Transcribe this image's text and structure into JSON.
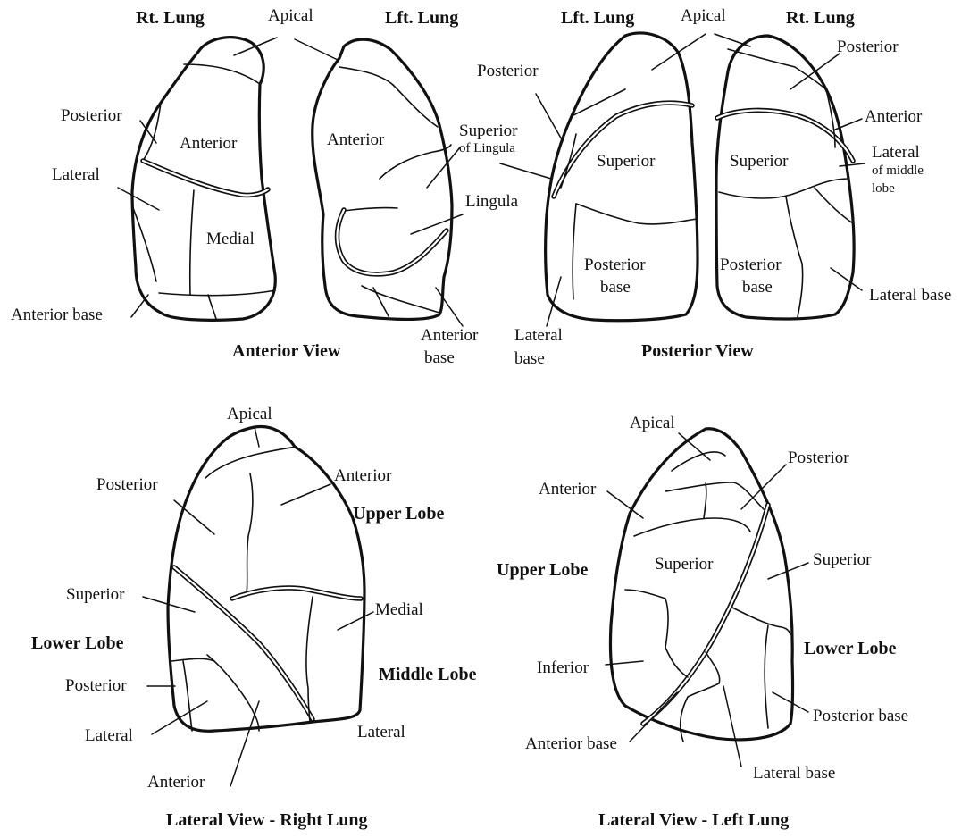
{
  "anterior_view": {
    "rt_lung": "Rt. Lung",
    "lft_lung": "Lft. Lung",
    "apical": "Apical",
    "posterior": "Posterior",
    "anterior_r": "Anterior",
    "anterior_l": "Anterior",
    "lateral": "Lateral",
    "medial": "Medial",
    "superior_of": "Superior",
    "of_lingula": "of Lingula",
    "lingula": "Lingula",
    "anterior_base_r": "Anterior base",
    "anterior_base_l1": "Anterior",
    "anterior_base_l2": "base",
    "caption": "Anterior View"
  },
  "posterior_view": {
    "lft_lung": "Lft. Lung",
    "rt_lung": "Rt. Lung",
    "apical": "Apical",
    "posterior_l": "Posterior",
    "posterior_r": "Posterior",
    "anterior": "Anterior",
    "superior_l": "Superior",
    "superior_r": "Superior",
    "lateral_ml1": "Lateral",
    "lateral_ml2": "of middle",
    "lateral_ml3": "lobe",
    "post_base_l1": "Posterior",
    "post_base_l2": "base",
    "post_base_r1": "Posterior",
    "post_base_r2": "base",
    "lateral_base_l1": "Lateral",
    "lateral_base_l2": "base",
    "lateral_base_r": "Lateral base",
    "caption": "Posterior View"
  },
  "lateral_right": {
    "apical": "Apical",
    "posterior_upper": "Posterior",
    "anterior_upper": "Anterior",
    "upper_lobe": "Upper Lobe",
    "superior": "Superior",
    "medial": "Medial",
    "lower_lobe": "Lower Lobe",
    "middle_lobe": "Middle Lobe",
    "posterior_lower": "Posterior",
    "lateral_lower": "Lateral",
    "lateral_middle": "Lateral",
    "anterior_lower": "Anterior",
    "caption": "Lateral View - Right Lung"
  },
  "lateral_left": {
    "apical": "Apical",
    "posterior": "Posterior",
    "anterior": "Anterior",
    "upper_lobe": "Upper Lobe",
    "superior_upper": "Superior",
    "superior_lower": "Superior",
    "lower_lobe": "Lower Lobe",
    "inferior": "Inferior",
    "posterior_base": "Posterior base",
    "anterior_base": "Anterior base",
    "lateral_base": "Lateral base",
    "caption": "Lateral View - Left Lung"
  }
}
